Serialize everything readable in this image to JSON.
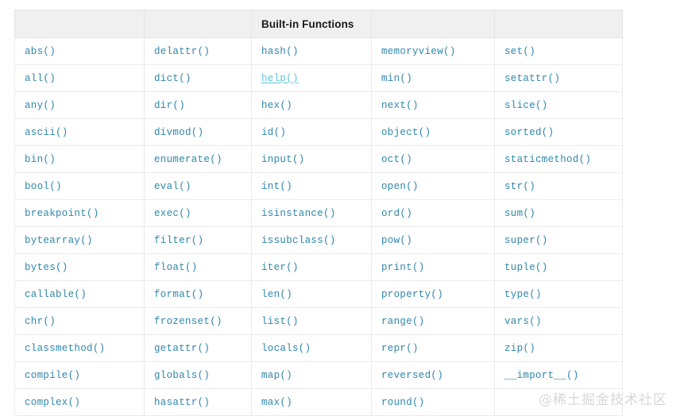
{
  "table": {
    "title": "Built-in Functions",
    "title_column_index": 2,
    "header_cells": [
      "",
      "",
      "Built-in Functions",
      "",
      ""
    ],
    "columns": 5,
    "rows": [
      [
        "abs()",
        "delattr()",
        "hash()",
        "memoryview()",
        "set()"
      ],
      [
        "all()",
        "dict()",
        "help()",
        "min()",
        "setattr()"
      ],
      [
        "any()",
        "dir()",
        "hex()",
        "next()",
        "slice()"
      ],
      [
        "ascii()",
        "divmod()",
        "id()",
        "object()",
        "sorted()"
      ],
      [
        "bin()",
        "enumerate()",
        "input()",
        "oct()",
        "staticmethod()"
      ],
      [
        "bool()",
        "eval()",
        "int()",
        "open()",
        "str()"
      ],
      [
        "breakpoint()",
        "exec()",
        "isinstance()",
        "ord()",
        "sum()"
      ],
      [
        "bytearray()",
        "filter()",
        "issubclass()",
        "pow()",
        "super()"
      ],
      [
        "bytes()",
        "float()",
        "iter()",
        "print()",
        "tuple()"
      ],
      [
        "callable()",
        "format()",
        "len()",
        "property()",
        "type()"
      ],
      [
        "chr()",
        "frozenset()",
        "list()",
        "range()",
        "vars()"
      ],
      [
        "classmethod()",
        "getattr()",
        "locals()",
        "repr()",
        "zip()"
      ],
      [
        "compile()",
        "globals()",
        "map()",
        "reversed()",
        "__import__()"
      ],
      [
        "complex()",
        "hasattr()",
        "max()",
        "round()",
        ""
      ]
    ],
    "link_cells": [
      [
        1,
        2
      ]
    ]
  },
  "watermark": {
    "text": "@稀土掘金技术社区"
  },
  "colors": {
    "function_text": "#2f86ab",
    "link_text": "#56c5df",
    "header_background": "#f0f0f0",
    "header_text": "#1a1a1a",
    "border": "#ebebeb",
    "page_background": "#ffffff",
    "watermark_text": "#d8d8d8"
  }
}
